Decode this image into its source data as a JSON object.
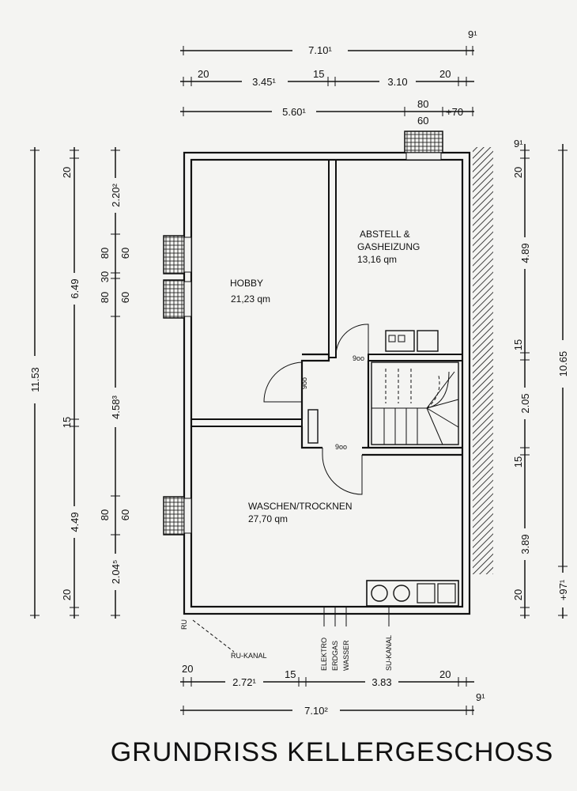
{
  "title": "GRUNDRISS KELLERGESCHOSS",
  "rooms": {
    "hobby": {
      "name": "HOBBY",
      "area": "21,23 qm"
    },
    "abstell": {
      "name_line1": "ABSTELL &",
      "name_line2": "GASHEIZUNG",
      "area": "13,16 qm"
    },
    "waschen": {
      "name": "WASCHEN/TROCKNEN",
      "area": "27,70 qm"
    }
  },
  "doors": {
    "d1": "9oo",
    "d2": "9oo",
    "d3": "9oo"
  },
  "dimensions": {
    "top": {
      "overall": "7.10¹",
      "right_small": "9¹"
    },
    "top_row2": {
      "a": "20",
      "b": "3.45¹",
      "c": "15",
      "d": "3.10",
      "e": "20"
    },
    "top_row3": {
      "a": "5.60¹",
      "b_top": "80",
      "b_bottom": "60",
      "c": "+70"
    },
    "left_outer": {
      "total": "11.53"
    },
    "left_mid": {
      "a": "20",
      "b": "6.49",
      "c": "15",
      "d": "4.49",
      "e": "20"
    },
    "left_inner": {
      "a": "2.20²",
      "b_top": "80",
      "b_bottom": "60",
      "c": "30",
      "d_top": "80",
      "d_bottom": "60",
      "e": "4.58³",
      "f_top": "80",
      "f_bottom": "60",
      "g": "2.04⁵"
    },
    "right_inner": {
      "a": "9¹",
      "b": "20",
      "c": "4.89",
      "d": "15",
      "e": "2.05",
      "f": "15",
      "g": "3.89",
      "h": "20"
    },
    "right_outer": {
      "total": "10.65",
      "bottom": "+97¹"
    },
    "bottom_row1": {
      "a": "20",
      "b": "2.72¹",
      "c": "15",
      "d": "3.83",
      "e": "20"
    },
    "bottom_row2": {
      "overall": "7.10²",
      "right_small": "9¹"
    }
  },
  "annotations": {
    "ru_kanal": "RU-KANAL",
    "elektro": "ELEKTRO",
    "erdgas": "ERDGAS",
    "wasser": "WASSER",
    "su_kanal": "SU-KANAL"
  }
}
